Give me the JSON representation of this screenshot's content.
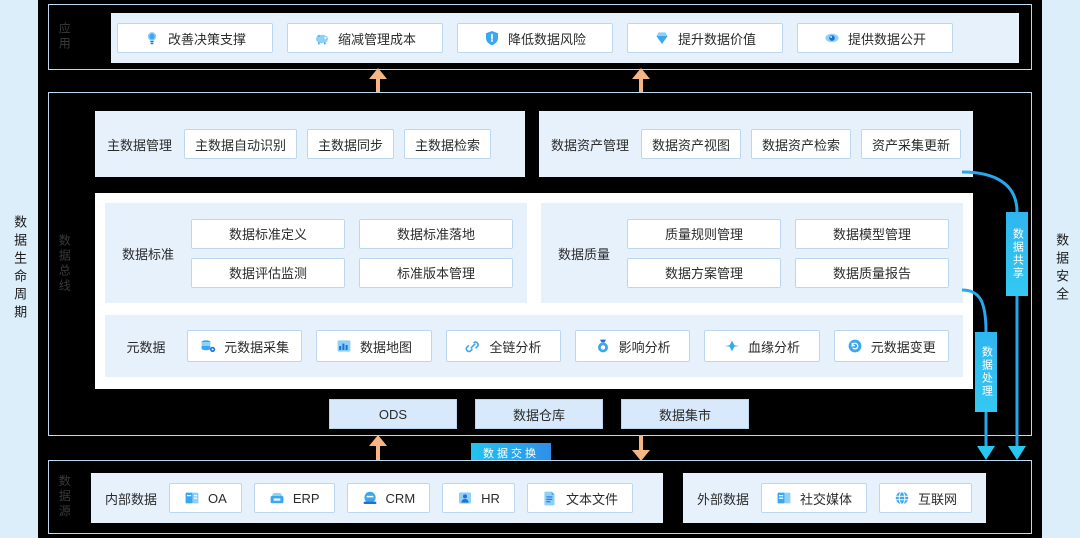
{
  "rails": {
    "left_label": "数据生命周期",
    "right_label": "数据安全"
  },
  "layers": {
    "application": {
      "tag": "应用",
      "chips": [
        {
          "label": "改善决策支撑",
          "icon": "lightbulb-icon"
        },
        {
          "label": "缩减管理成本",
          "icon": "piggy-bank-icon"
        },
        {
          "label": "降低数据风险",
          "icon": "shield-icon"
        },
        {
          "label": "提升数据价值",
          "icon": "diamond-icon"
        },
        {
          "label": "提供数据公开",
          "icon": "eye-icon"
        }
      ]
    },
    "bus": {
      "tag": "数据总线",
      "master_data": {
        "label": "主数据管理",
        "chips": [
          "主数据自动识别",
          "主数据同步",
          "主数据检索"
        ]
      },
      "data_asset": {
        "label": "数据资产管理",
        "chips": [
          "数据资产视图",
          "数据资产检索",
          "资产采集更新"
        ]
      },
      "data_standard": {
        "label": "数据标准",
        "chips": [
          "数据标准定义",
          "数据标准落地",
          "数据评估监测",
          "标准版本管理"
        ]
      },
      "data_quality": {
        "label": "数据质量",
        "chips": [
          "质量规则管理",
          "数据模型管理",
          "数据方案管理",
          "数据质量报告"
        ]
      },
      "metadata": {
        "label": "元数据",
        "chips": [
          {
            "label": "元数据采集",
            "icon": "database-gear-icon"
          },
          {
            "label": "数据地图",
            "icon": "map-pin-icon"
          },
          {
            "label": "全链分析",
            "icon": "link-icon"
          },
          {
            "label": "影响分析",
            "icon": "target-icon"
          },
          {
            "label": "血缘分析",
            "icon": "branch-icon"
          },
          {
            "label": "元数据变更",
            "icon": "refresh-circle-icon"
          }
        ]
      },
      "storage": [
        "ODS",
        "数据仓库",
        "数据集市"
      ]
    },
    "source": {
      "tag": "数据源",
      "internal": {
        "label": "内部数据",
        "chips": [
          {
            "label": "OA",
            "icon": "oa-book-icon"
          },
          {
            "label": "ERP",
            "icon": "erp-box-icon"
          },
          {
            "label": "CRM",
            "icon": "crm-circle-icon"
          },
          {
            "label": "HR",
            "icon": "hr-person-icon"
          },
          {
            "label": "文本文件",
            "icon": "document-icon"
          }
        ]
      },
      "external": {
        "label": "外部数据",
        "chips": [
          {
            "label": "社交媒体",
            "icon": "social-media-icon"
          },
          {
            "label": "互联网",
            "icon": "globe-icon"
          }
        ]
      }
    }
  },
  "badges": {
    "exchange": "数据交换",
    "share": "数据共享",
    "process": "数据处理"
  },
  "colors": {
    "panel_black": "#000000",
    "group_blue": "#e6f1fc",
    "chip_border": "#bcd7ef",
    "rail_blue": "#ddeefb",
    "arrow_orange": "#f6b585",
    "badge_cyan": "#2fb6ef",
    "connector_blue": "#2196f3",
    "storage_fill": "#d7e9fa"
  }
}
